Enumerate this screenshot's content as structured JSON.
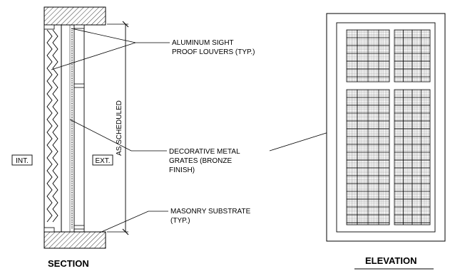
{
  "section": {
    "title": "SECTION",
    "tag_interior": "INT.",
    "tag_exterior": "EXT.",
    "dimension_label": "AS SCHEDULED"
  },
  "callouts": {
    "louvers": [
      "ALUMINUM  SIGHT",
      "PROOF LOUVERS (TYP.)"
    ],
    "grates": [
      "DECORATIVE METAL",
      "GRATES (BRONZE",
      "FINISH)"
    ],
    "substrate": [
      "MASONRY SUBSTRATE",
      "(TYP.)"
    ]
  },
  "elevation": {
    "title": "ELEVATION"
  }
}
